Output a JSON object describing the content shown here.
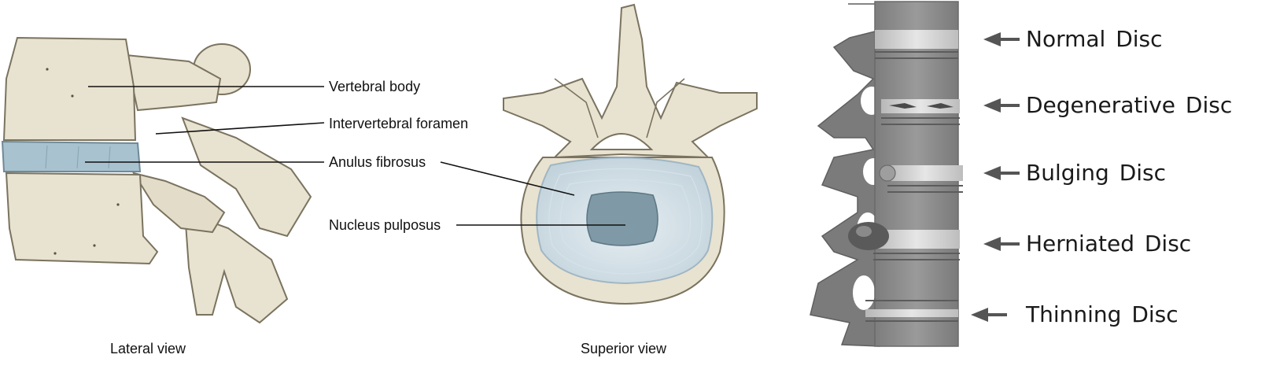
{
  "lateral": {
    "caption": "Lateral view",
    "labels": {
      "vertebral_body": "Vertebral body",
      "intervertebral_foramen": "Intervertebral foramen",
      "anulus_fibrosus": "Anulus fibrosus"
    }
  },
  "superior": {
    "caption": "Superior view",
    "labels": {
      "nucleus_pulposus": "Nucleus pulposus"
    }
  },
  "disc_conditions": {
    "normal": "Normal Disc",
    "degenerative": "Degenerative Disc",
    "bulging": "Bulging Disc",
    "herniated": "Herniated Disc",
    "thinning": "Thinning Disc"
  },
  "colors": {
    "bone": "#e8e2d0",
    "bone_outline": "#7a735f",
    "disc_blue": "#a9c2cf",
    "nucleus": "#7f9aa6",
    "spine_gray": "#8a8a8a",
    "disc_gray": "#cfcfcf",
    "arrow": "#555555"
  }
}
